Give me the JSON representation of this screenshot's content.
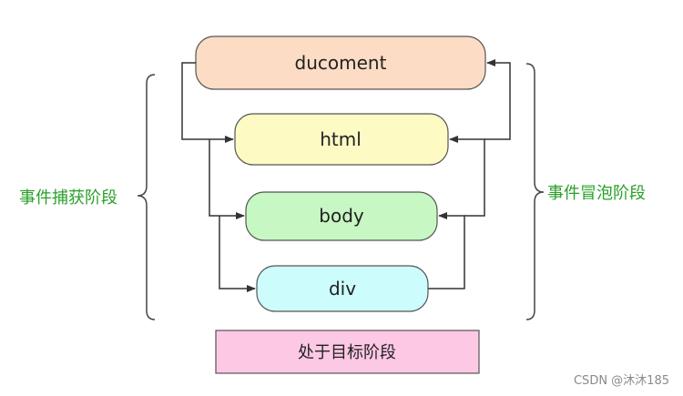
{
  "nodes": {
    "document": {
      "label": "ducoment",
      "fill": "#fcdcc4"
    },
    "html": {
      "label": "html",
      "fill": "#fdfac4"
    },
    "body": {
      "label": "body",
      "fill": "#c7f7c2"
    },
    "div": {
      "label": "div",
      "fill": "#ccfcfc"
    }
  },
  "phases": {
    "capture_label": "事件捕获阶段",
    "bubble_label": "事件冒泡阶段",
    "target_label": "处于目标阶段",
    "label_color": "#2aa02a",
    "target_fill": "#fcc8e4"
  },
  "watermark": "CSDN @沐沐185"
}
